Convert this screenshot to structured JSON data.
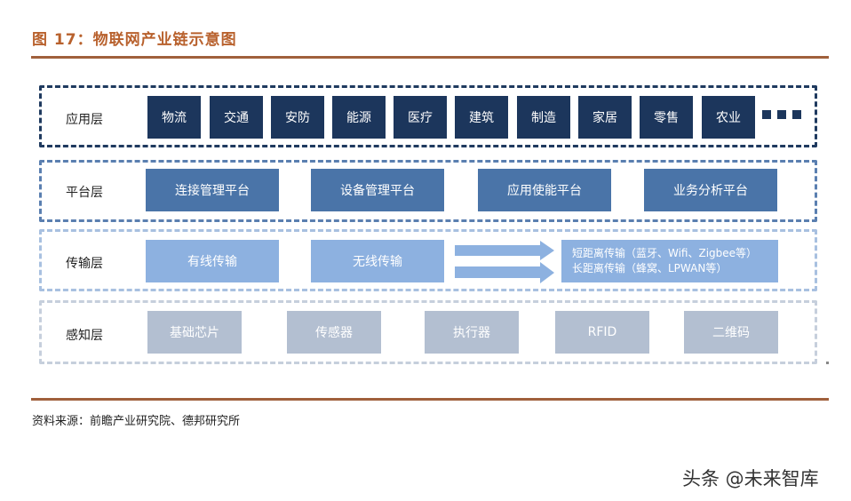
{
  "title": "图 17：物联网产业链示意图",
  "layers": {
    "application": {
      "label": "应用层",
      "items": [
        "物流",
        "交通",
        "安防",
        "能源",
        "医疗",
        "建筑",
        "制造",
        "家居",
        "零售",
        "农业"
      ]
    },
    "platform": {
      "label": "平台层",
      "items": [
        "连接管理平台",
        "设备管理平台",
        "应用使能平台",
        "业务分析平台"
      ]
    },
    "transport": {
      "label": "传输层",
      "items": [
        "有线传输",
        "无线传输"
      ],
      "wireless_detail": [
        "短距离传输（蓝牙、Wifi、Zigbee等）",
        "长距离传输（蜂窝、LPWAN等）"
      ]
    },
    "perception": {
      "label": "感知层",
      "items": [
        "基础芯片",
        "传感器",
        "执行器",
        "RFID",
        "二维码"
      ]
    }
  },
  "source": "资料来源：前瞻产业研究院、德邦研究所",
  "watermark": "头条 @未来智库",
  "colors": {
    "title": "#b8612d",
    "rule": "#a0603c",
    "application": "#1c365c",
    "platform": "#4a74a8",
    "transport": "#8db1e0",
    "perception": "#b3bfd1"
  }
}
